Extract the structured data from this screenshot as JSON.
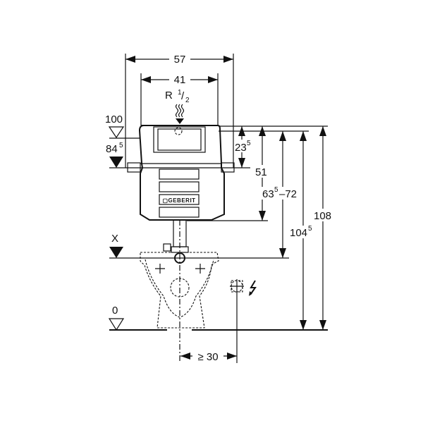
{
  "diagram": {
    "title": "Geberit concealed cistern installation dimensions",
    "brand_logo": "GEBERIT",
    "dimensions": {
      "width_outer": "57",
      "width_inner": "41",
      "connection": "R",
      "connection_fraction_num": "1",
      "connection_fraction_den": "2",
      "offset_top": "23",
      "offset_top_sup": "5",
      "height_51": "51",
      "range_a": "63",
      "range_a_sup": "5",
      "range_b": "–72",
      "height_104": "104",
      "height_104_sup": "5",
      "height_108": "108",
      "min_distance": "≥ 30"
    },
    "levels": {
      "level_100": "100",
      "level_84": "84",
      "level_84_sup": "5",
      "level_x": "X",
      "level_0": "0"
    }
  }
}
